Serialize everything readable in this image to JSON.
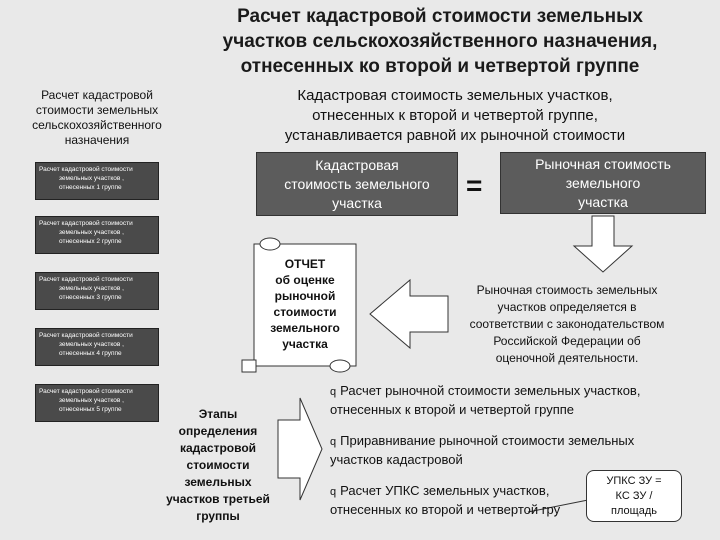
{
  "title": {
    "line1": "Расчет кадастровой стоимости земельных",
    "line2": "участков сельскохозяйственного назначения,",
    "line3": "отнесенных ко второй и четвертой группе"
  },
  "sidebar": {
    "title_line1": "Расчет кадастровой",
    "title_line2": "стоимости земельных",
    "title_line3": "сельскохозяйственного",
    "title_line4": "назначения",
    "items": [
      {
        "line1": "Расчет кадастровой стоимости",
        "line2": "земельных участков ,",
        "line3": "отнесенных 1 группе"
      },
      {
        "line1": "Расчет кадастровой стоимости",
        "line2": "земельных участков ,",
        "line3": "отнесенных 2 группе"
      },
      {
        "line1": "Расчет кадастровой стоимости",
        "line2": "земельных участков ,",
        "line3": "отнесенных 3 группе"
      },
      {
        "line1": "Расчет кадастровой стоимости",
        "line2": "земельных участков ,",
        "line3": "отнесенных 4 группе"
      },
      {
        "line1": "Расчет кадастровой стоимости",
        "line2": "земельных участков ,",
        "line3": "отнесенных 5 группе"
      }
    ]
  },
  "main": {
    "subtitle_line1": "Кадастровая стоимость земельных участков,",
    "subtitle_line2": "отнесенных к второй и четвертой группе,",
    "subtitle_line3": "устанавливается равной их рыночной стоимости",
    "cadastral_box": {
      "line1": "Кадастровая",
      "line2": "стоимость земельного",
      "line3": "участка"
    },
    "equals": "=",
    "market_box": {
      "line1": "Рыночная стоимость",
      "line2": "земельного",
      "line3": "участка"
    },
    "report": {
      "line1": "ОТЧЕТ",
      "line2": "об оценке",
      "line3": "рыночной",
      "line4": "стоимости",
      "line5": "земельного",
      "line6": "участка"
    },
    "market_text": {
      "line1": "Рыночная стоимость земельных",
      "line2": "участков определяется в",
      "line3": "соответствии с законодательством",
      "line4": "Российской Федерации об",
      "line5": "оценочной деятельности."
    },
    "steps_label": {
      "line1": "Этапы",
      "line2": "определения",
      "line3": "кадастровой",
      "line4": "стоимости",
      "line5": "земельных",
      "line6": "участков третьей",
      "line7": "группы"
    },
    "bullets": [
      {
        "line1": "Расчет рыночной стоимости земельных участков,",
        "line2": "отнесенных к  второй и четвертой группе"
      },
      {
        "line1": "Приравнивание рыночной стоимости земельных",
        "line2": "участков кадастровой"
      },
      {
        "line1": "Расчет УПКС земельных участков,",
        "line2": "отнесенных ко второй и четвертой  гру"
      }
    ],
    "bullet_marker": "q",
    "upks": {
      "line1": "УПКС ЗУ =",
      "line2": "КС ЗУ /",
      "line3": "площадь"
    }
  },
  "colors": {
    "background": "#e9e9e9",
    "dark_box": "#5c5c5c",
    "nav_button": "#4a4a4a",
    "arrow": "#ffffff"
  }
}
